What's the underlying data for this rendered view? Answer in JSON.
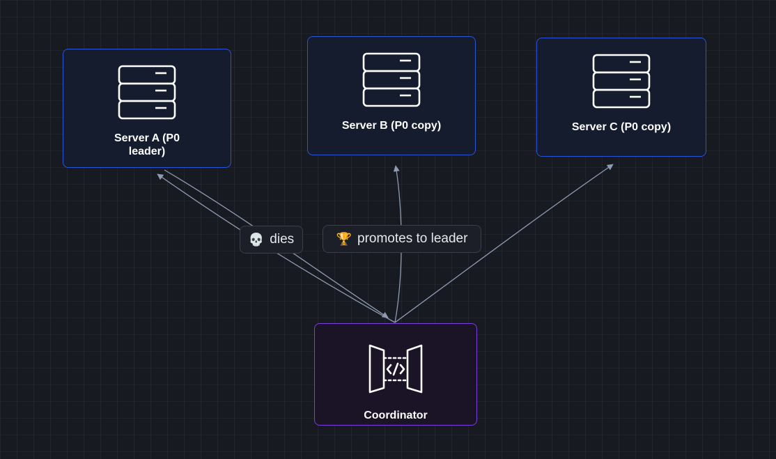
{
  "nodes": {
    "server_a": {
      "label": "Server A (P0 leader)",
      "icon": "server-icon",
      "border_color": "#2b55d9"
    },
    "server_b": {
      "label": "Server B (P0 copy)",
      "icon": "server-icon",
      "border_color": "#2b55d9"
    },
    "server_c": {
      "label": "Server C (P0 copy)",
      "icon": "server-icon",
      "border_color": "#2b55d9"
    },
    "coordinator": {
      "label": "Coordinator",
      "icon": "api-gateway-icon",
      "border_color": "#7d3fe0"
    }
  },
  "edges": [
    {
      "from": "coordinator",
      "to": "server_a",
      "label": ""
    },
    {
      "from": "server_a",
      "to": "coordinator",
      "label": "dies",
      "label_icon": "skull-icon",
      "label_glyph": "💀"
    },
    {
      "from": "coordinator",
      "to": "server_b",
      "label": "promotes to leader",
      "label_icon": "trophy-icon",
      "label_glyph": "🏆"
    },
    {
      "from": "coordinator",
      "to": "server_c",
      "label": ""
    }
  ],
  "colors": {
    "background": "#181a22",
    "edge": "#8e9bb0",
    "server_border": "#2b55d9",
    "coordinator_border": "#7d3fe0"
  }
}
